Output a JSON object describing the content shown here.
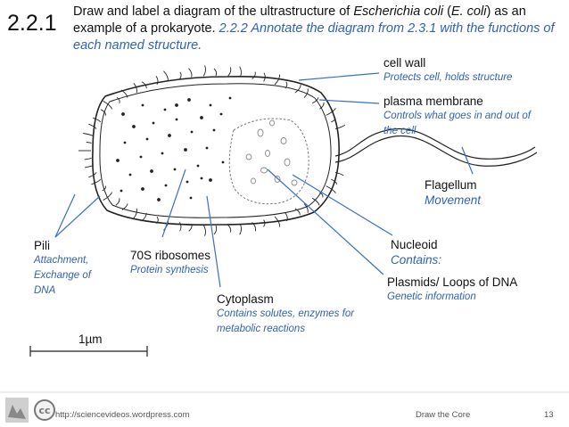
{
  "header": {
    "number": "2.2.1",
    "title_part1": "Draw and label a diagram of the ultrastructure of ",
    "title_italic1": "Escherichia coli",
    "title_part2": " (",
    "title_italic2": "E. coli",
    "title_part3": ") as an example of a prokaryote. ",
    "note": "2.2.2 Annotate the diagram from 2.3.1 with the functions of each named structure."
  },
  "labels": {
    "cell_wall": {
      "name": "cell wall",
      "function": "Protects cell, holds structure"
    },
    "plasma_membrane": {
      "name": "plasma membrane",
      "function": "Controls what goes in and out of the cell"
    },
    "flagellum": {
      "name": "Flagellum",
      "function": "Movement"
    },
    "pili": {
      "name": "Pili",
      "function": "Attachment, Exchange of DNA"
    },
    "ribosomes": {
      "name": "70S ribosomes",
      "function": "Protein synthesis"
    },
    "nucleoid": {
      "name": "Nucleoid",
      "function": "Contains:"
    },
    "plasmids": {
      "name": "Plasmids/ Loops of DNA",
      "function": "Genetic information"
    },
    "cytoplasm": {
      "name": "Cytoplasm",
      "function": "Contains solutes, enzymes for metabolic reactions"
    }
  },
  "scale_bar": {
    "label": "1µm"
  },
  "footer": {
    "url": "http://sciencevideos.wordpress.com",
    "center": "Draw the Core",
    "page": "13",
    "cc_symbol": "cc"
  },
  "colors": {
    "accent": "#2f62b5",
    "pointer": "#3a6fc4",
    "text": "#111111"
  },
  "icons": [
    "creative-commons-icon"
  ]
}
